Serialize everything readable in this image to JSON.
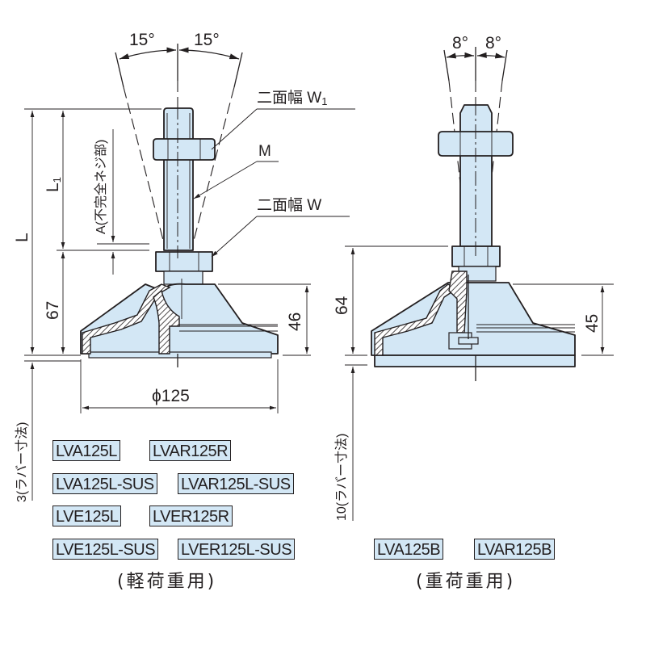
{
  "left_view": {
    "angle_left": "15°",
    "angle_right": "15°",
    "callouts": {
      "across_flats_w1": "二面幅 W",
      "across_flats_w1_sub": "1",
      "thread_m": "M",
      "across_flats_w": "二面幅 W"
    },
    "dimensions": {
      "overall_length": "L",
      "thread_length": "L",
      "thread_length_sub": "1",
      "incomplete_thread": "A(不完全ネジ部)",
      "base_height": "67",
      "body_height": "46",
      "diameter": "ϕ125",
      "rubber": "3(ラバー寸法)"
    },
    "models": [
      [
        "LVA125L",
        "LVAR125R"
      ],
      [
        "LVA125L-SUS",
        "LVAR125L-SUS"
      ],
      [
        "LVE125L",
        "LVER125R"
      ],
      [
        "LVE125L-SUS",
        "LVER125L-SUS"
      ]
    ],
    "caption": "(軽荷重用)"
  },
  "right_view": {
    "angle_left": "8°",
    "angle_right": "8°",
    "dimensions": {
      "base_height": "64",
      "body_height": "45",
      "rubber": "10(ラバー寸法)"
    },
    "models": [
      [
        "LVA125B",
        "LVAR125B"
      ]
    ],
    "caption": "(重荷重用)"
  },
  "colors": {
    "part_fill": "#d3e7f5",
    "line": "#231f20",
    "background": "#ffffff"
  }
}
